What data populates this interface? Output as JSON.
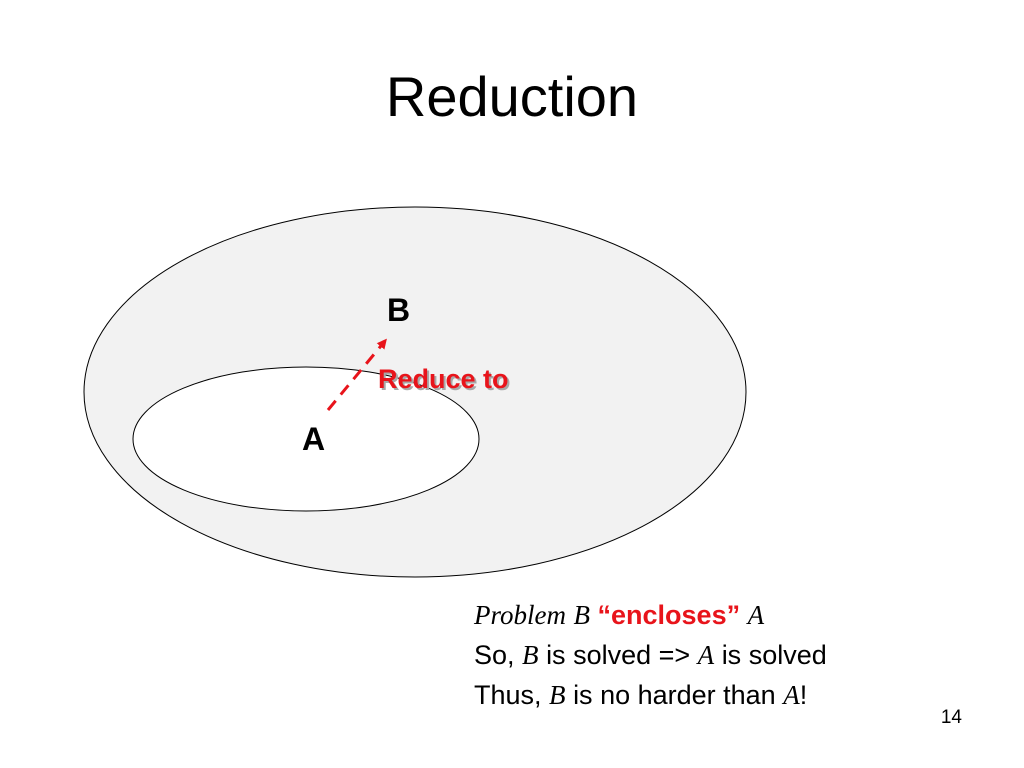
{
  "slide": {
    "title": "Reduction",
    "page_number": "14"
  },
  "diagram": {
    "outer_label": "B",
    "inner_label": "A",
    "arrow_label": "Reduce to",
    "outer_fill": "#f2f2f2",
    "inner_fill": "#ffffff",
    "arrow_color": "#e8141b"
  },
  "text": {
    "line1": {
      "problem": "Problem",
      "b": "B",
      "encloses": "“encloses”",
      "a": "A"
    },
    "line2": {
      "prefix": "So,",
      "b": "B",
      "middle": "is solved =>",
      "a": "A",
      "suffix": "is solved"
    },
    "line3": {
      "prefix": "Thus,",
      "b": "B",
      "middle": "is no harder than",
      "a": "A",
      "suffix": "!"
    }
  }
}
